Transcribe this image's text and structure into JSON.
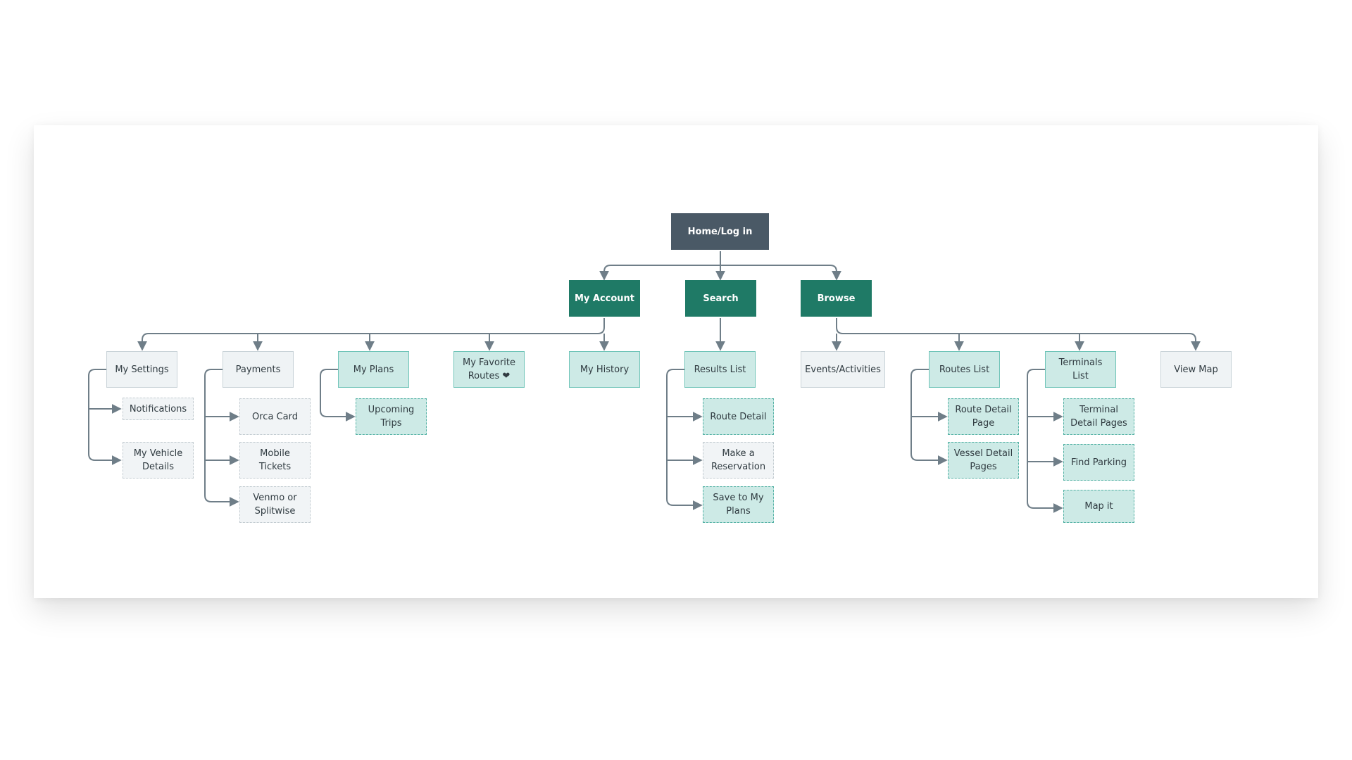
{
  "colors": {
    "root": "#4a5966",
    "primary": "#1f7a66",
    "teal_fill": "#cdeae6",
    "teal_border": "#6fc4b8",
    "gray_fill": "#eff3f5",
    "gray_border": "#c9d3d8",
    "connector": "#6f7e88"
  },
  "sitemap": {
    "root": "Home/Log in",
    "level1": {
      "my_account": "My Account",
      "search": "Search",
      "browse": "Browse"
    },
    "my_account_children": {
      "my_settings": "My Settings",
      "payments": "Payments",
      "my_plans": "My Plans",
      "my_favorite_routes": "My Favorite Routes ❤",
      "my_history": "My History"
    },
    "my_settings_children": {
      "notifications": "Notifications",
      "my_vehicle_details": "My Vehicle Details"
    },
    "payments_children": {
      "orca_card": "Orca Card",
      "mobile_tickets": "Mobile Tickets",
      "venmo_or_splitwise": "Venmo or Splitwise"
    },
    "my_plans_children": {
      "upcoming_trips": "Upcoming Trips"
    },
    "search_children": {
      "results_list": "Results List"
    },
    "results_list_children": {
      "route_detail": "Route Detail",
      "make_a_reservation": "Make a Reservation",
      "save_to_my_plans": "Save to My Plans"
    },
    "browse_children": {
      "events_activities": "Events/Activities",
      "routes_list": "Routes List",
      "terminals_list": "Terminals List",
      "view_map": "View Map"
    },
    "routes_list_children": {
      "route_detail_page": "Route Detail Page",
      "vessel_detail_pages": "Vessel Detail Pages"
    },
    "terminals_list_children": {
      "terminal_detail_pages": "Terminal Detail Pages",
      "find_parking": "Find Parking",
      "map_it": "Map it"
    }
  }
}
